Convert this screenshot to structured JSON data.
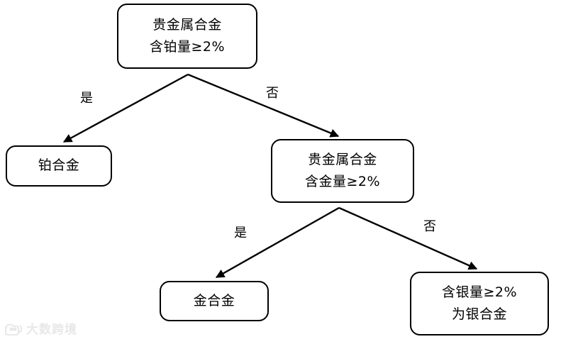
{
  "diagram": {
    "type": "decision-tree",
    "orientation": "top-down",
    "background_color": "#ffffff",
    "line_color": "#000000",
    "nodes": {
      "root": {
        "line1": "贵金属合金",
        "line2": "含铂量≥2%"
      },
      "platinum_alloy": {
        "line1": "铂合金"
      },
      "gold_test": {
        "line1": "贵金属合金",
        "line2": "含金量≥2%"
      },
      "gold_alloy": {
        "line1": "金合金"
      },
      "silver_alloy": {
        "line1": "含银量≥2%",
        "line2": "为银合金"
      }
    },
    "edges": {
      "root_yes": "是",
      "root_no": "否",
      "gold_yes": "是",
      "gold_no": "否"
    }
  },
  "watermark": {
    "text": "大数跨境",
    "icon": "camera-logo-icon",
    "color": "#e8e8e8"
  }
}
